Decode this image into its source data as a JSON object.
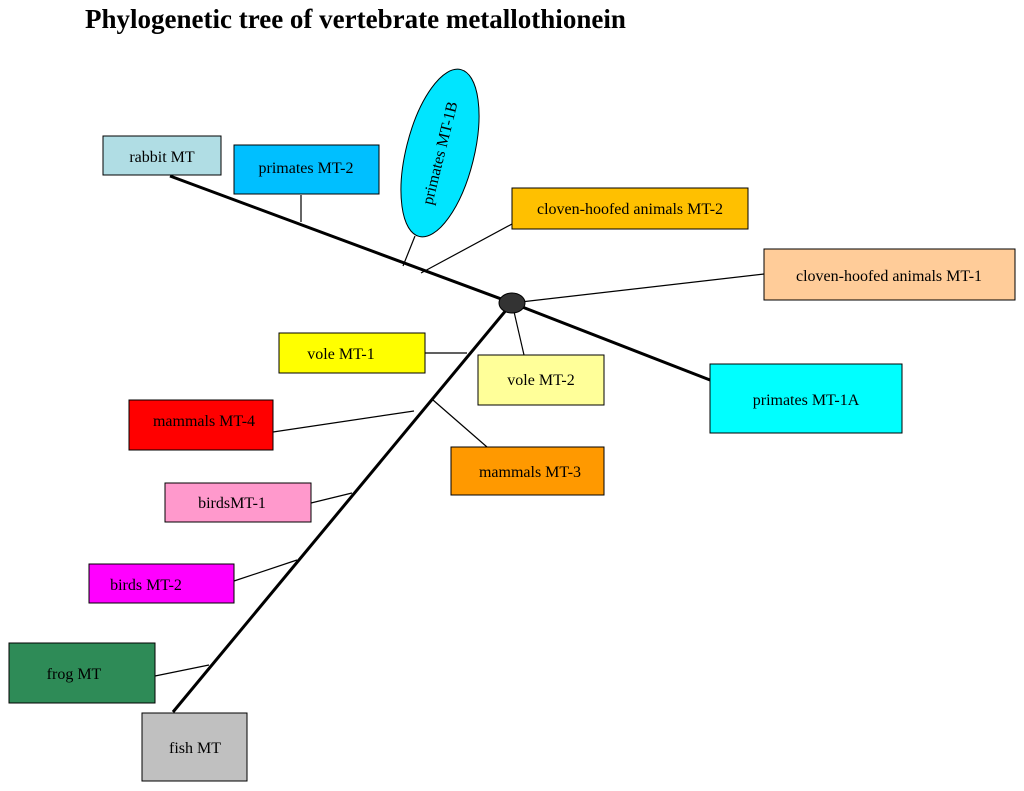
{
  "title": "Phylogenetic tree of vertebrate metallothionein",
  "nodes": [
    {
      "id": "rabbit_mt",
      "label": "rabbit MT",
      "color": "#b0dde4"
    },
    {
      "id": "primates_mt2",
      "label": "primates MT-2",
      "color": "#00bfff"
    },
    {
      "id": "primates_mt1b",
      "label": "primates MT-1B",
      "color": "#00e5ff"
    },
    {
      "id": "cloven_mt2",
      "label": "cloven-hoofed animals MT-2",
      "color": "#ffc000"
    },
    {
      "id": "cloven_mt1",
      "label": "cloven-hoofed animals MT-1",
      "color": "#ffcc99"
    },
    {
      "id": "primates_mt1a",
      "label": "primates MT-1A",
      "color": "#00ffff"
    },
    {
      "id": "vole_mt1",
      "label": "vole MT-1",
      "color": "#ffff00"
    },
    {
      "id": "vole_mt2",
      "label": "vole MT-2",
      "color": "#ffff99"
    },
    {
      "id": "mammals_mt4",
      "label": "mammals MT-4",
      "color": "#ff0000"
    },
    {
      "id": "mammals_mt3",
      "label": "mammals MT-3",
      "color": "#ff9900"
    },
    {
      "id": "birds_mt1",
      "label": "birdsMT-1",
      "color": "#ff99cc"
    },
    {
      "id": "birds_mt2",
      "label": "birds MT-2",
      "color": "#ff00ff"
    },
    {
      "id": "frog_mt",
      "label": "frog MT",
      "color": "#2e8b57"
    },
    {
      "id": "fish_mt",
      "label": "fish MT",
      "color": "#c0c0c0"
    }
  ],
  "root_color": "#333333"
}
